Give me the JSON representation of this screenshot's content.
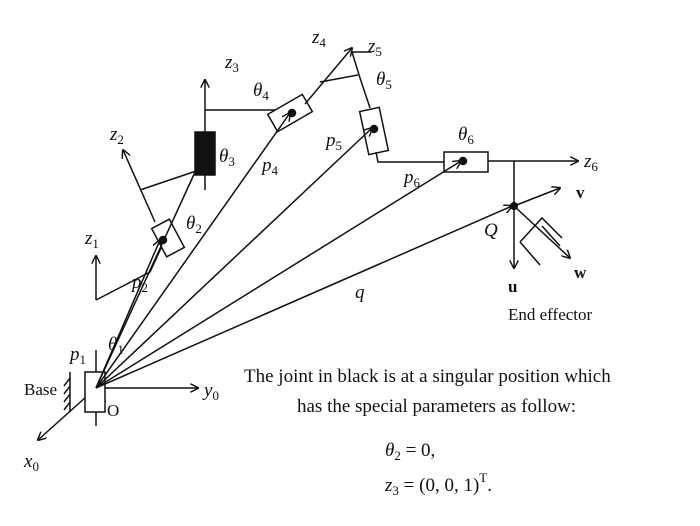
{
  "labels": {
    "base": "Base",
    "origin": "O",
    "x0": "x",
    "x0_sub": "0",
    "y0": "y",
    "y0_sub": "0",
    "z1": "z",
    "z1_sub": "1",
    "z2": "z",
    "z2_sub": "2",
    "z3": "z",
    "z3_sub": "3",
    "z4": "z",
    "z4_sub": "4",
    "z5": "z",
    "z5_sub": "5",
    "z6": "z",
    "z6_sub": "6",
    "theta1": "θ",
    "theta1_sub": "1",
    "theta2": "θ",
    "theta2_sub": "2",
    "theta3": "θ",
    "theta3_sub": "3",
    "theta4": "θ",
    "theta4_sub": "4",
    "theta5": "θ",
    "theta5_sub": "5",
    "theta6": "θ",
    "theta6_sub": "6",
    "p1": "p",
    "p1_sub": "1",
    "p2": "p",
    "p2_sub": "2",
    "p4": "p",
    "p4_sub": "4",
    "p5": "p",
    "p5_sub": "5",
    "p6": "p",
    "p6_sub": "6",
    "q": "q",
    "Q": "Q",
    "u": "u",
    "v": "v",
    "w": "w",
    "end_effector": "End effector"
  },
  "note": {
    "line1": "The joint in black is at a singular position which",
    "line2": "has the special parameters as follow:",
    "eq1_lhs": "θ",
    "eq1_sub": "2",
    "eq1_rhs": " = 0,",
    "eq2_lhs": "z",
    "eq2_sub": "3",
    "eq2_rhs": " = (0, 0, 1)",
    "eq2_sup": "T",
    "eq2_end": "."
  },
  "colors": {
    "ink": "#111111",
    "joint_black": "#111111",
    "background": "#ffffff"
  }
}
